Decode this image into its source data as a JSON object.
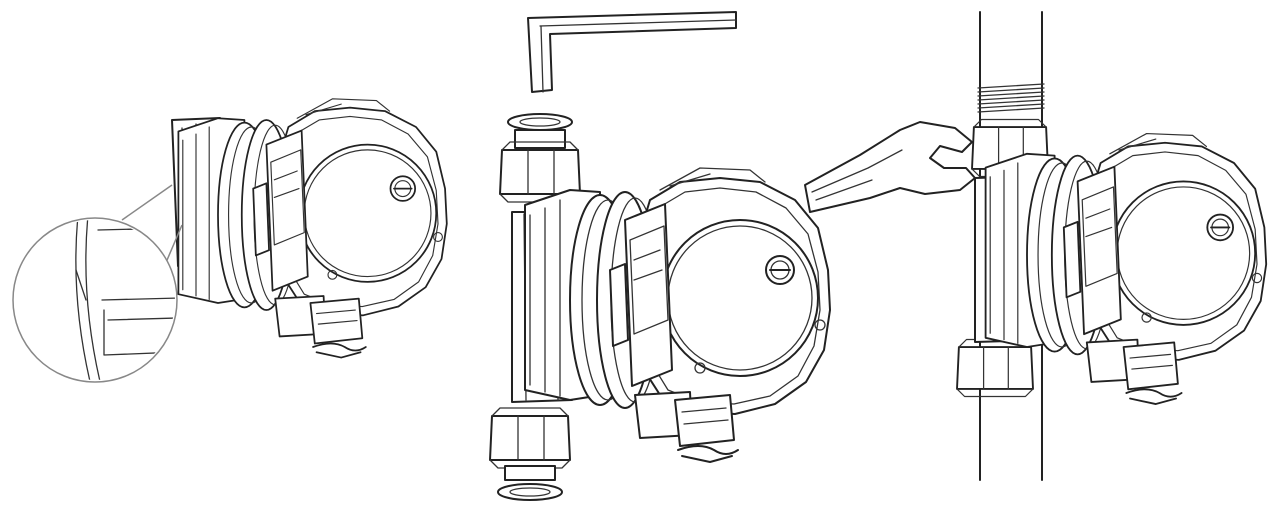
{
  "figure": {
    "steps": [
      {
        "id": "step-1",
        "depicts": "pump-with-detail-callout"
      },
      {
        "id": "step-2",
        "depicts": "pump-with-unions-and-hex-key"
      },
      {
        "id": "step-3",
        "depicts": "pump-on-pipe-tightened-with-wrench"
      }
    ],
    "colors": {
      "ink": "#222222",
      "background": "#ffffff",
      "callout": "#888888"
    },
    "icons": [
      "circulator-pump",
      "hex-key",
      "open-end-wrench",
      "union-nut",
      "threaded-pipe",
      "gasket"
    ]
  }
}
